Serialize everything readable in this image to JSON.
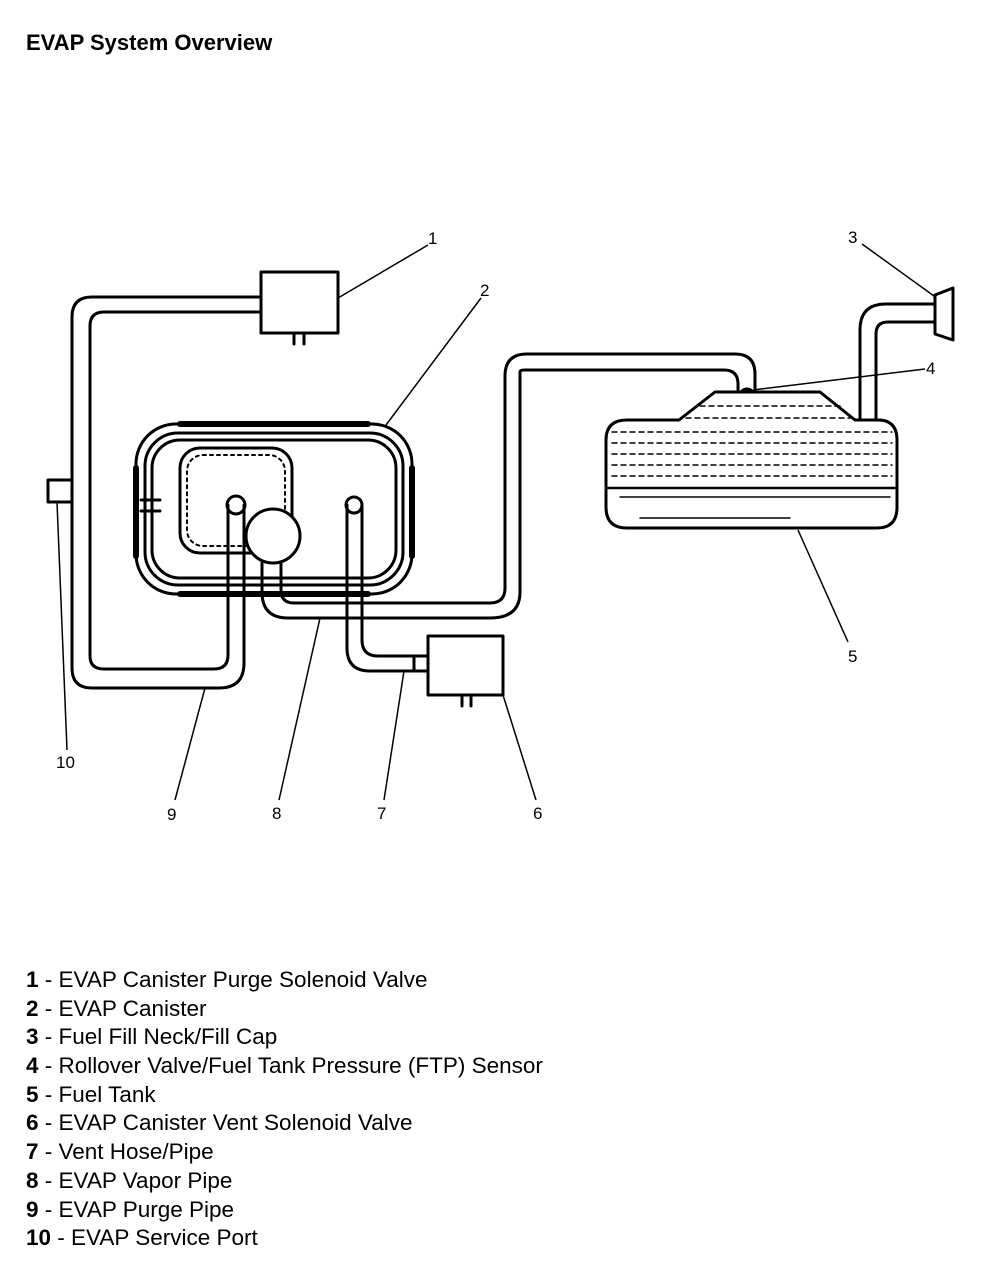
{
  "title": "EVAP System Overview",
  "callouts": [
    "1",
    "2",
    "3",
    "4",
    "5",
    "6",
    "7",
    "8",
    "9",
    "10"
  ],
  "legend": [
    {
      "num": "1",
      "sep": " - ",
      "label": "EVAP Canister Purge Solenoid Valve"
    },
    {
      "num": "2",
      "sep": " - ",
      "label": "EVAP Canister"
    },
    {
      "num": "3",
      "sep": " - ",
      "label": "Fuel Fill Neck/Fill Cap"
    },
    {
      "num": "4",
      "sep": " - ",
      "label": "Rollover Valve/Fuel Tank Pressure (FTP) Sensor"
    },
    {
      "num": "5",
      "sep": " - ",
      "label": "Fuel Tank"
    },
    {
      "num": "6",
      "sep": " - ",
      "label": "EVAP Canister Vent Solenoid Valve"
    },
    {
      "num": "7",
      "sep": " - ",
      "label": "Vent Hose/Pipe"
    },
    {
      "num": "8",
      "sep": " - ",
      "label": "EVAP Vapor Pipe"
    },
    {
      "num": "9",
      "sep": " - ",
      "label": "EVAP Purge Pipe"
    },
    {
      "num": "10",
      "sep": " - ",
      "label": "EVAP Service Port"
    }
  ]
}
